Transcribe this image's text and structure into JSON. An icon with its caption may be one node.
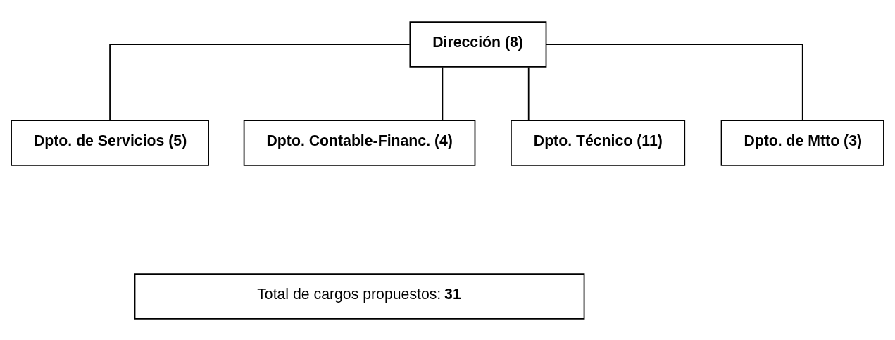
{
  "diagram": {
    "nodes": [
      {
        "text": [
          "Dirección (8)"
        ]
      },
      {
        "text": [
          "Dpto. de Servicios (5)"
        ]
      },
      {
        "text": [
          "Dpto. Contable-Financ. (4)"
        ]
      },
      {
        "text": [
          "Dpto. Técnico (11)"
        ]
      },
      {
        "text": [
          "Dpto. de Mtto (3)"
        ]
      },
      {
        "text": [
          "Total de cargos propuestos: **31**"
        ]
      }
    ],
    "edges": [
      {
        "from": 0,
        "to": 1,
        "arrow": "none"
      },
      {
        "from": 0,
        "to": 2,
        "arrow": "none"
      },
      {
        "from": 0,
        "to": 3,
        "arrow": "none"
      },
      {
        "from": 0,
        "to": 4,
        "arrow": "none"
      }
    ]
  }
}
